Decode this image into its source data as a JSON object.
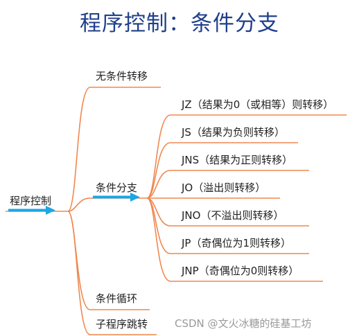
{
  "title": "程序控制：条件分支",
  "root": {
    "label": "程序控制"
  },
  "branches": [
    {
      "label": "无条件转移"
    },
    {
      "label": "条件分支"
    },
    {
      "label": "条件循环"
    },
    {
      "label": "子程序跳转"
    }
  ],
  "conditions": [
    {
      "label": "JZ（结果为0（或相等）则转移）"
    },
    {
      "label": "JS（结果为负则转移）"
    },
    {
      "label": "JNS（结果为正则转移）"
    },
    {
      "label": "JO（溢出则转移）"
    },
    {
      "label": "JNO（不溢出则转移）"
    },
    {
      "label": "JP（奇偶位为1则转移）"
    },
    {
      "label": "JNP（奇偶位为0则转移）"
    }
  ],
  "watermark": "CSDN @文火冰糖的硅基工坊",
  "colors": {
    "title": "#1f3f8a",
    "connector": "#f0874f",
    "arrow": "#1aa7e6",
    "text": "#222222",
    "watermark": "#9a9a9a"
  }
}
